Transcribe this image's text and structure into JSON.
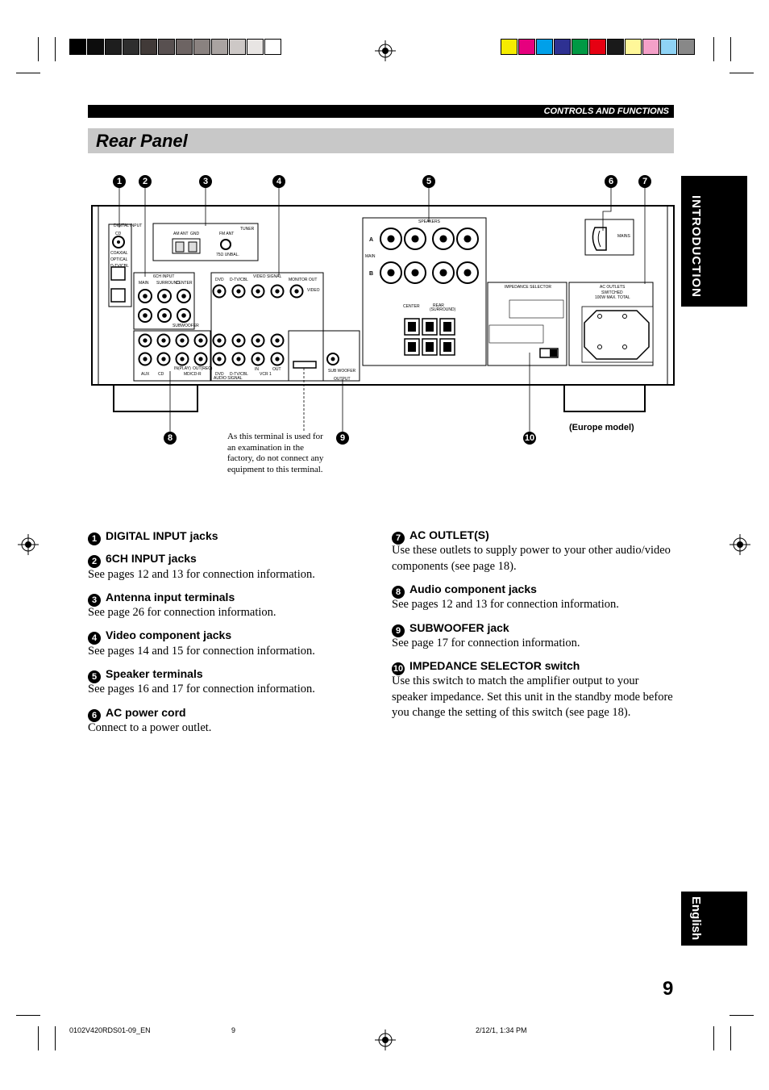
{
  "header": {
    "section_label": "CONTROLS AND FUNCTIONS",
    "title": "Rear Panel"
  },
  "side_tabs": {
    "top": "INTRODUCTION",
    "bottom": "English"
  },
  "diagram": {
    "callouts": [
      "1",
      "2",
      "3",
      "4",
      "5",
      "6",
      "7",
      "8",
      "9",
      "10"
    ],
    "note": "As this terminal is used for an examination in the factory, do not connect any equipment to this terminal.",
    "model_label": "(Europe model)",
    "panel_labels": {
      "digital_input": "DIGITAL INPUT",
      "cd": "CD",
      "coaxial": "COAXIAL",
      "optical": "OPTICAL",
      "dtv_cbl": "D-TV/CBL",
      "antenna_am": "AM ANT",
      "antenna_gnd": "GND",
      "antenna_fm": "FM ANT",
      "antenna_unbal": "75Ω UNBAL.",
      "tuner": "TUNER",
      "six_ch_input": "6CH INPUT",
      "main": "MAIN",
      "surround": "SURROUND",
      "center": "CENTER",
      "subwoofer_small": "SUBWOOFER",
      "dvd": "DVD",
      "video_signal": "VIDEO SIGNAL",
      "vcr1": "VCR 1",
      "in": "IN",
      "out": "OUT",
      "monitor_out": "MONITOR OUT",
      "video": "VIDEO",
      "aux": "AUX",
      "in_play": "IN(PLAY)",
      "out_rec": "OUT(REC)",
      "md_cdr": "MD/CD-R",
      "audio_signal": "AUDIO SIGNAL",
      "sub_woofer": "SUB WOOFER",
      "output": "OUTPUT",
      "speakers": "SPEAKERS",
      "speaker_a": "A",
      "speaker_b": "B",
      "rear": "REAR",
      "rear_surround": "(SURROUND)",
      "impedance_selector": "IMPEDANCE SELECTOR",
      "ac_outlets": "AC OUTLETS",
      "switched": "SWITCHED",
      "max_total": "100W MAX. TOTAL",
      "mains": "MAINS"
    }
  },
  "left_column": [
    {
      "num": "1",
      "heading": "DIGITAL INPUT jacks",
      "text": ""
    },
    {
      "num": "2",
      "heading": "6CH INPUT jacks",
      "text": "See pages 12 and 13 for connection information."
    },
    {
      "num": "3",
      "heading": "Antenna input terminals",
      "text": "See page 26 for connection information."
    },
    {
      "num": "4",
      "heading": "Video component jacks",
      "text": "See pages 14 and 15 for connection information."
    },
    {
      "num": "5",
      "heading": "Speaker terminals",
      "text": "See pages 16 and 17 for connection information."
    },
    {
      "num": "6",
      "heading": "AC power cord",
      "text": "Connect to a power outlet."
    }
  ],
  "right_column": [
    {
      "num": "7",
      "heading": "AC OUTLET(S)",
      "text": "Use these outlets to supply power to your other audio/video components (see page 18)."
    },
    {
      "num": "8",
      "heading": "Audio component jacks",
      "text": "See pages 12 and 13 for connection information."
    },
    {
      "num": "9",
      "heading": "SUBWOOFER jack",
      "text": "See page 17 for connection information."
    },
    {
      "num": "10",
      "heading": "IMPEDANCE SELECTOR switch",
      "text": "Use this switch to match the amplifier output to your speaker impedance. Set this unit in the standby mode before you change the setting of this switch (see page 18)."
    }
  ],
  "page_number": "9",
  "footer": {
    "file": "0102V420RDS01-09_EN",
    "page": "9",
    "date": "2/12/1, 1:34 PM"
  },
  "colors": {
    "gray_scale": [
      "#000000",
      "#0d0d0d",
      "#1e1e1e",
      "#2e2e2e",
      "#413a38",
      "#585050",
      "#6d6463",
      "#8a8280",
      "#a9a3a1",
      "#cdc8c6",
      "#e8e5e3",
      "#ffffff"
    ],
    "color_scale": [
      "#f5ec00",
      "#e6007e",
      "#00a0e9",
      "#2e3192",
      "#009944",
      "#e60012",
      "#1a1a1a",
      "#fff799",
      "#f4a0c8",
      "#8fd3f5",
      "#888888"
    ]
  }
}
